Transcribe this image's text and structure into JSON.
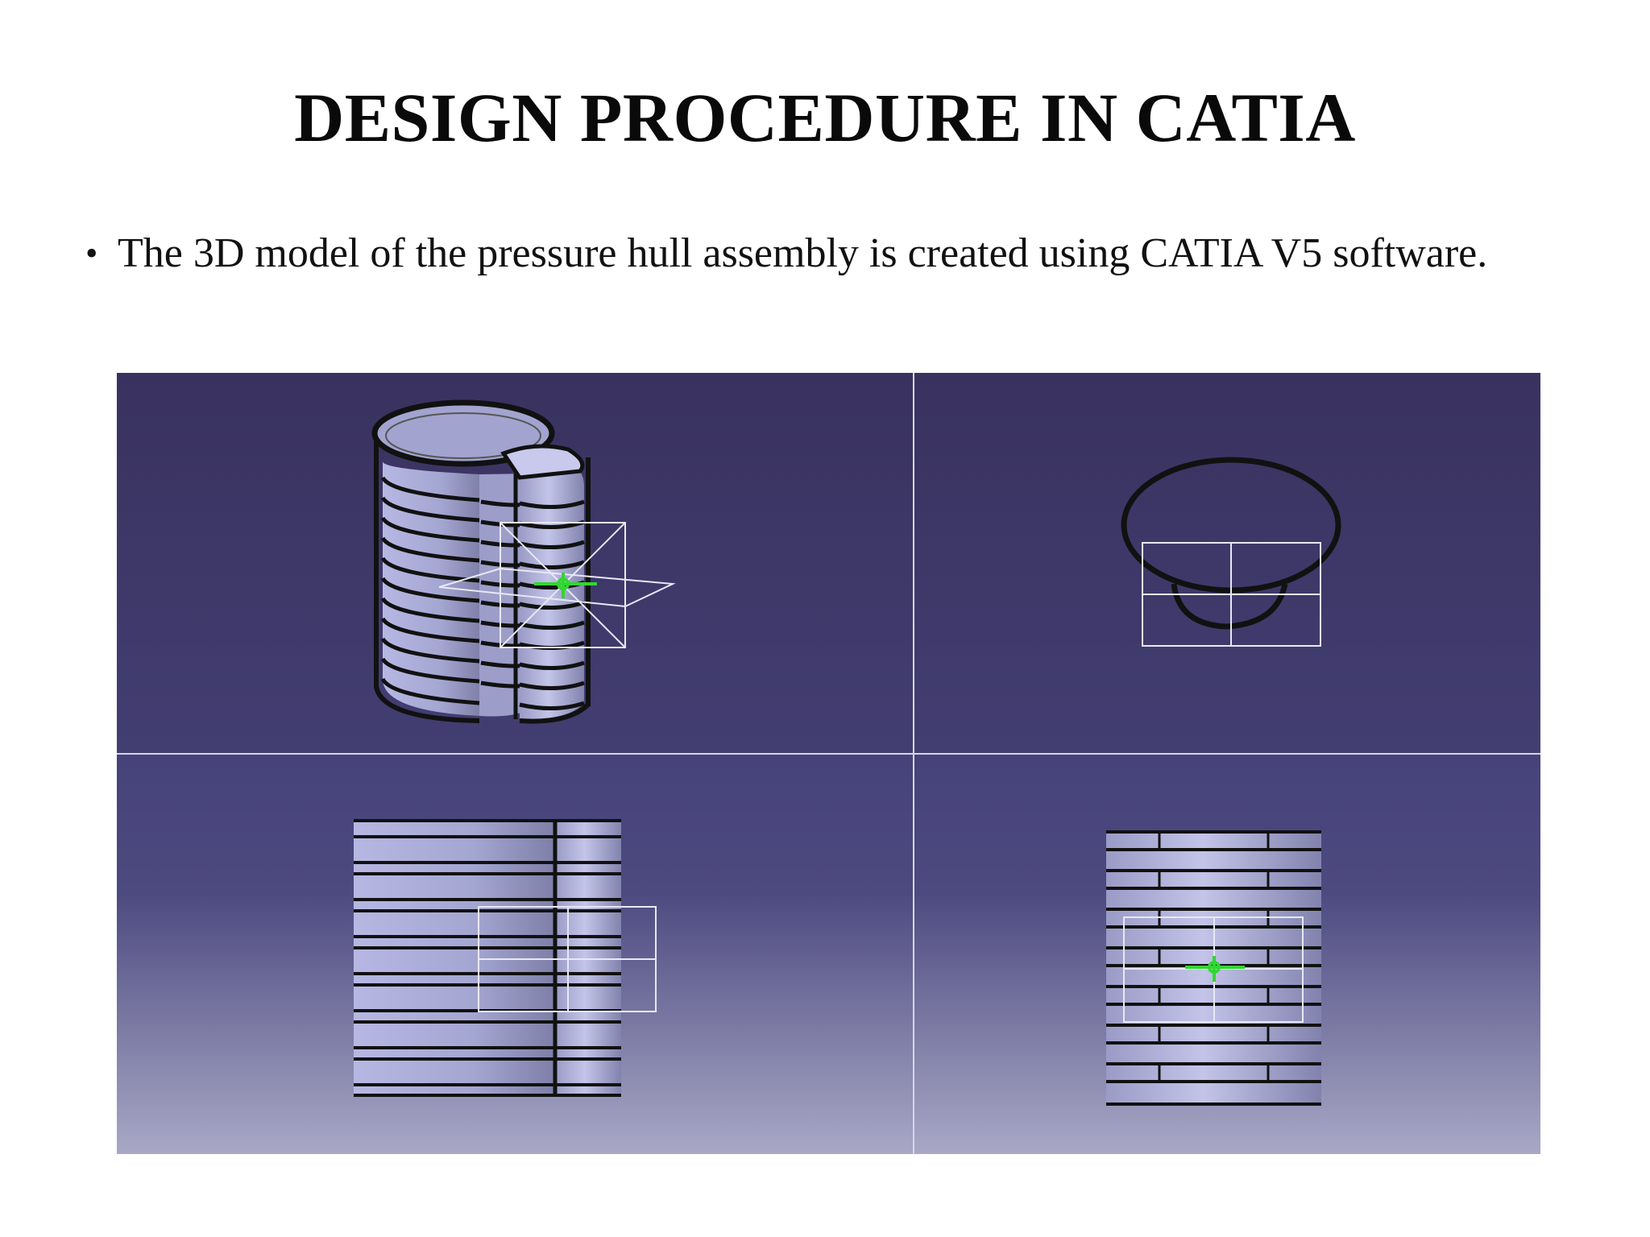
{
  "slide": {
    "title": "DESIGN PROCEDURE IN CATIA",
    "bullet": "The 3D model of the pressure hull assembly is created using CATIA V5 software.",
    "bullet_symbol": "•"
  },
  "viewport": {
    "background_top": "#39325f",
    "background_mid": "#4a4678",
    "background_bottom": "#a7a6c4",
    "divider_color": "#d6d6e8",
    "hull_color": "#b6b8e0",
    "axis_color": "#32d632",
    "views": [
      "isometric-view",
      "top-view",
      "front-view",
      "side-view"
    ]
  }
}
